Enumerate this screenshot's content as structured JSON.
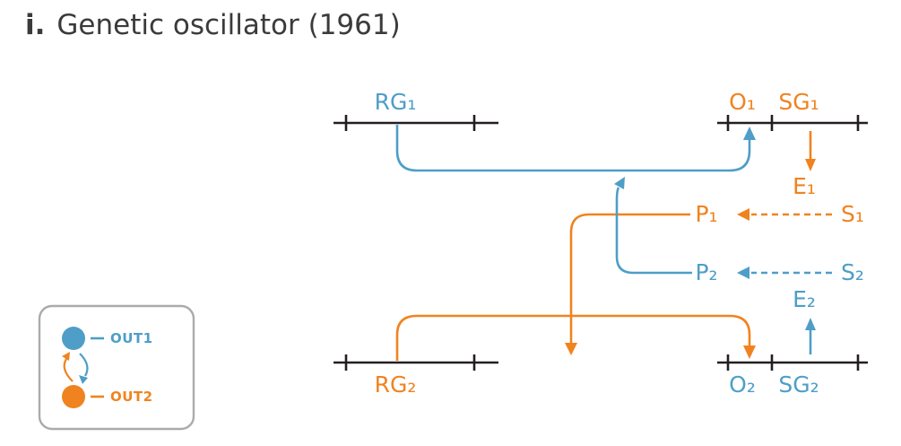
{
  "title": {
    "prefix": "i.",
    "text": "Genetic oscillator (1961)"
  },
  "colors": {
    "blue": "#4E9EC7",
    "orange": "#F0831F",
    "gene_line": "#231F20",
    "title_text": "#3B3B3B",
    "legend_border": "#ABABAB"
  },
  "diagram": {
    "top_gene": {
      "rg1": "RG₁",
      "o1": "O₁",
      "sg1": "SG₁"
    },
    "bottom_gene": {
      "rg2": "RG₂",
      "o2": "O₂",
      "sg2": "SG₂"
    },
    "molecules": {
      "e1": "E₁",
      "p1": "P₁",
      "s1": "S₁",
      "p2": "P₂",
      "s2": "S₂",
      "e2": "E₂"
    }
  },
  "legend": {
    "out1": "OUT1",
    "out2": "OUT2"
  }
}
